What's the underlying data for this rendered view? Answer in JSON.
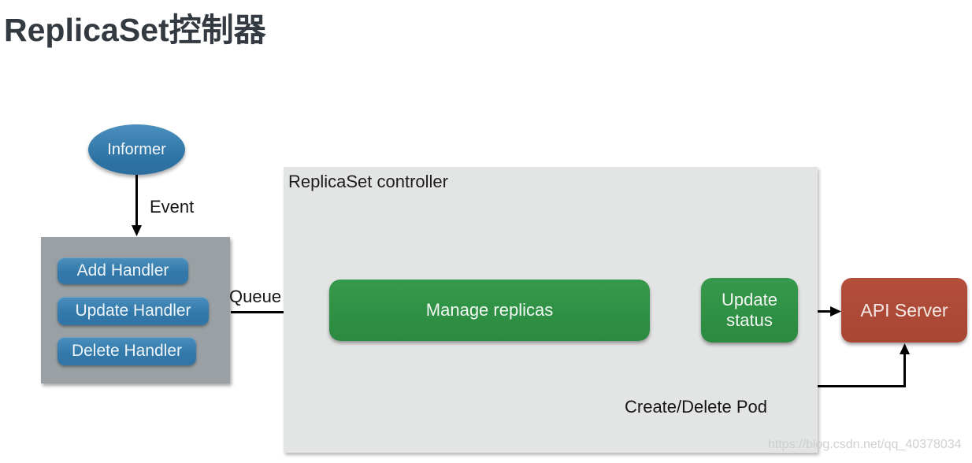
{
  "page": {
    "title": "ReplicaSet控制器"
  },
  "diagram": {
    "informer": {
      "label": "Informer"
    },
    "event_label": "Event",
    "queue_label": "Queue",
    "handlers": {
      "items": [
        {
          "label": "Add Handler"
        },
        {
          "label": "Update Handler"
        },
        {
          "label": "Delete Handler"
        }
      ]
    },
    "controller_box": {
      "label": "ReplicaSet controller"
    },
    "manage_replicas": {
      "label": "Manage replicas"
    },
    "update_status": {
      "label": "Update status"
    },
    "api_server": {
      "label": "API Server"
    },
    "create_delete_label": "Create/Delete Pod",
    "watermark": "https://blog.csdn.net/qq_40378034"
  },
  "colors": {
    "node_blue": "#3379aa",
    "node_green": "#2e9044",
    "node_red": "#ac4936",
    "handler_panel_gray": "#9aa0a3",
    "controller_panel_gray": "#e3e4e4",
    "arrow_black": "#000000",
    "title_text": "#333a41"
  }
}
